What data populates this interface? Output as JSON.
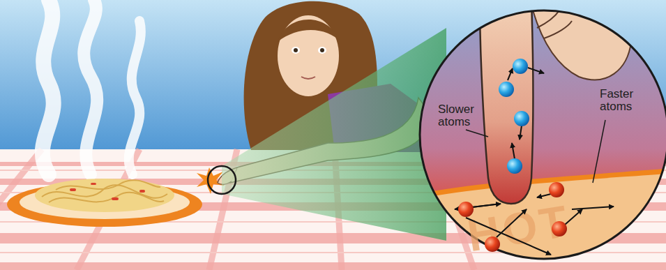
{
  "diagram": {
    "labels": [
      "Slower atoms",
      "Faster atoms",
      "HOT"
    ]
  }
}
